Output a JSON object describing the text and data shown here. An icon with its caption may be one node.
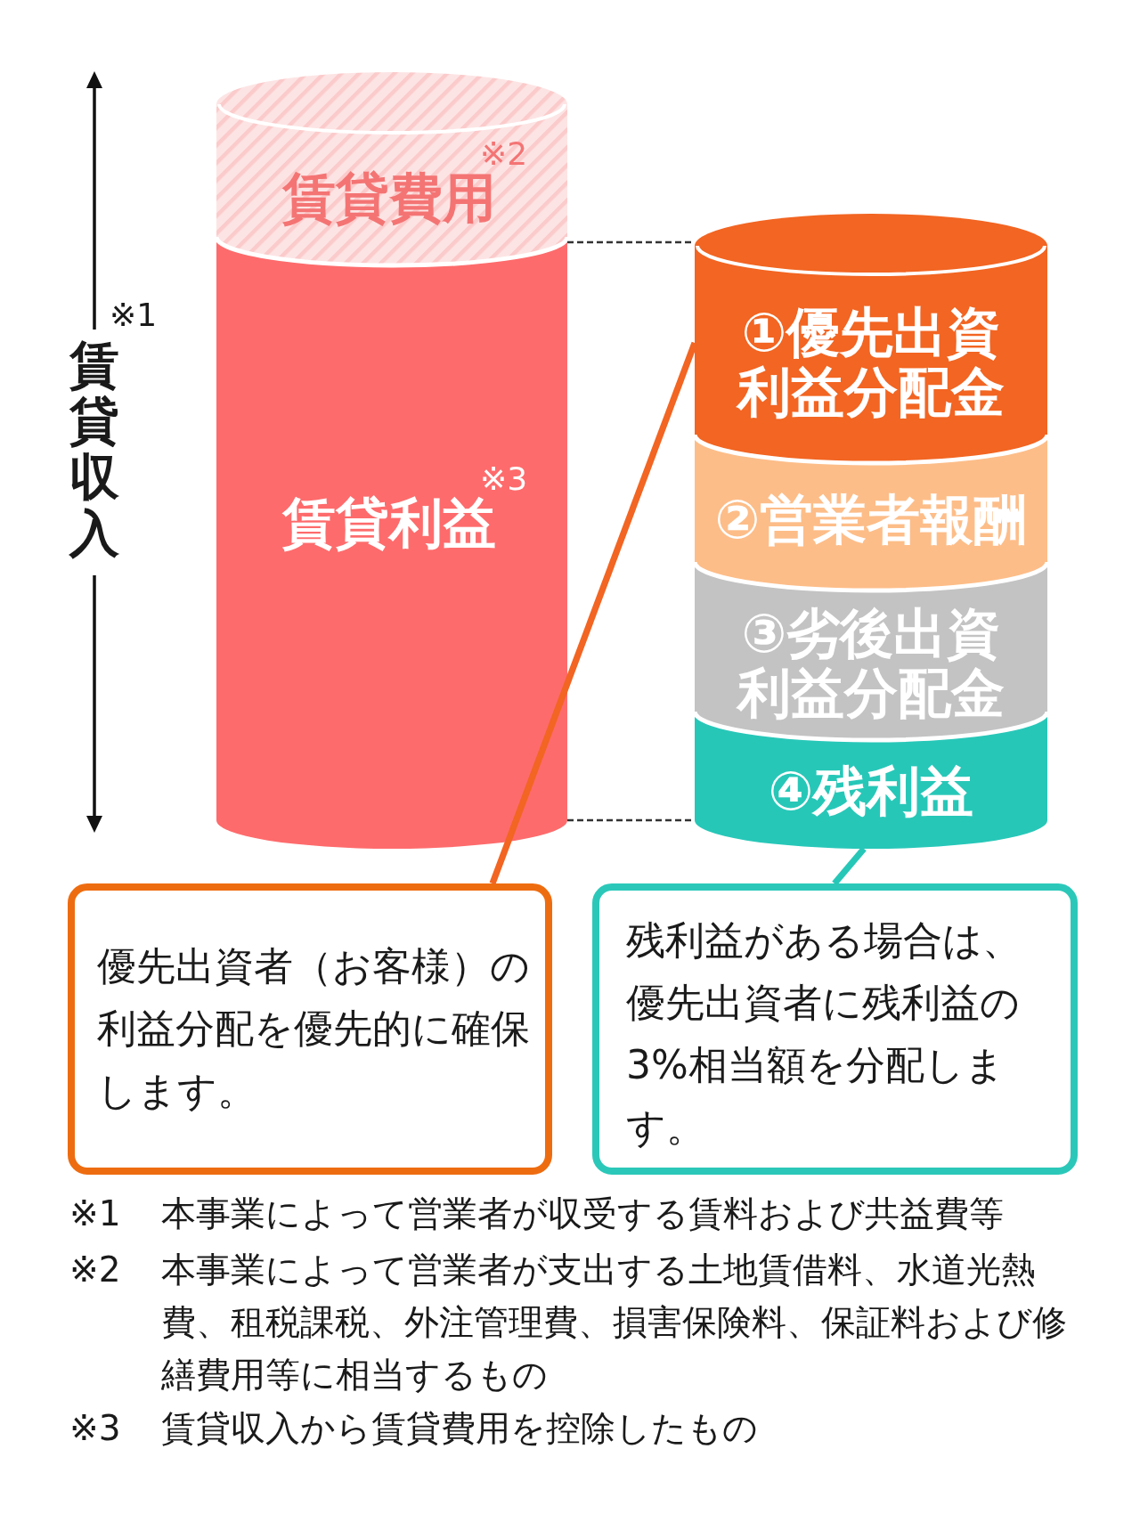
{
  "diagram": {
    "nodes": [
      {
        "text": [
          "賃貸費用$^{※2}$"
        ]
      },
      {
        "text": [
          "賃貸利益$^{※3}$"
        ]
      },
      {
        "text": [
          "①優先出資利益分配金"
        ]
      },
      {
        "text": [
          "②営業者報酬"
        ]
      },
      {
        "text": [
          "③劣後出資利益分配金"
        ]
      },
      {
        "text": [
          "④残利益"
        ]
      },
      {
        "text": [
          "優先出資者（お客様）の利益分配を優先的に確保します。"
        ]
      },
      {
        "text": [
          "残利益がある場合は、優先出資者に残利益の3%相当額を分配します。"
        ]
      }
    ],
    "edges": [
      {
        "from": 6,
        "to": 2,
        "arrow": "none",
        "style": "thick",
        "color": "#f26522"
      },
      {
        "from": 7,
        "to": 5,
        "arrow": "none",
        "style": "thick",
        "color": "#27c7b8"
      },
      {
        "from": 1,
        "to": 2,
        "arrow": "none",
        "style": "dashed"
      },
      {
        "from": 1,
        "to": 5,
        "arrow": "none",
        "style": "dashed"
      }
    ],
    "labels": [
      "※1",
      "賃貸収入",
      "※1",
      "本事業によって営業者が収受する賃料および共益費等",
      "※2",
      "本事業によって営業者が支出する土地賃借料、水道光熱費、租税課税、外注管理費、損害保険料、保証料および修繕費用等に相当するもの",
      "※3",
      "賃貸収入から賃貸費用を控除したもの"
    ]
  }
}
